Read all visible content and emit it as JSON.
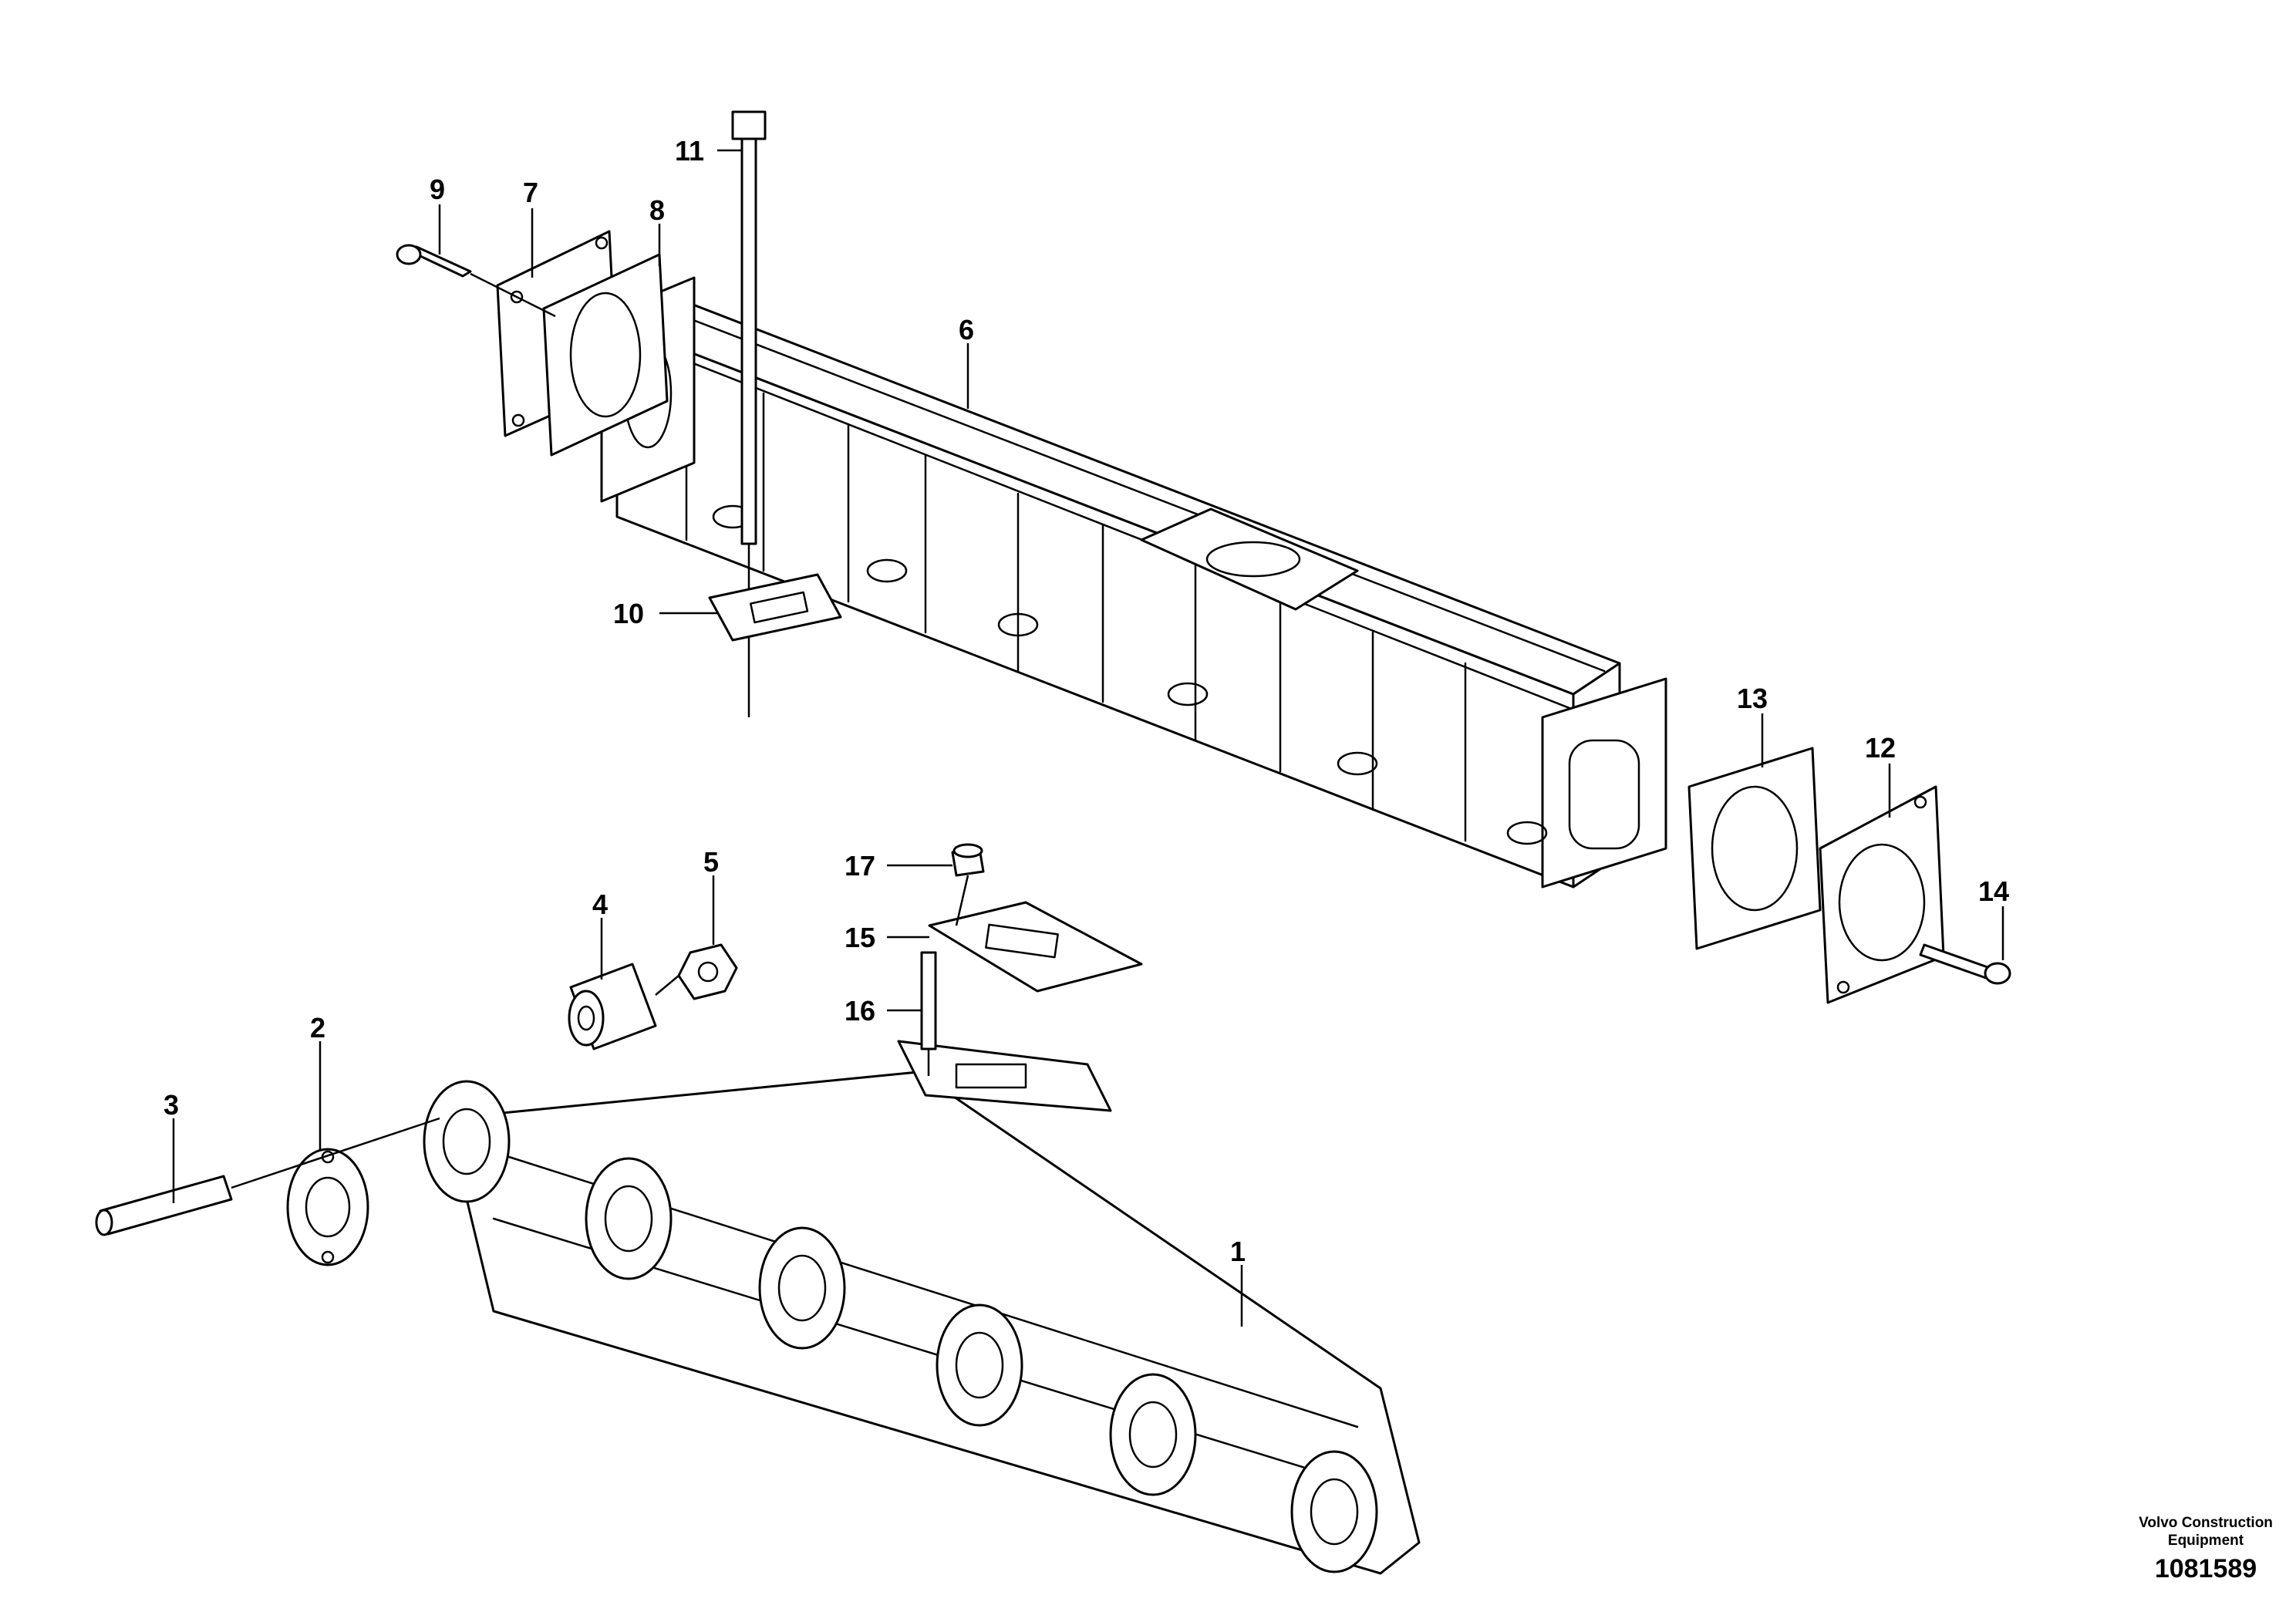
{
  "callouts": [
    {
      "id": "1",
      "label": "1"
    },
    {
      "id": "2",
      "label": "2"
    },
    {
      "id": "3",
      "label": "3"
    },
    {
      "id": "4",
      "label": "4"
    },
    {
      "id": "5",
      "label": "5"
    },
    {
      "id": "6",
      "label": "6"
    },
    {
      "id": "7",
      "label": "7"
    },
    {
      "id": "8",
      "label": "8"
    },
    {
      "id": "9",
      "label": "9"
    },
    {
      "id": "10",
      "label": "10"
    },
    {
      "id": "11",
      "label": "11"
    },
    {
      "id": "12",
      "label": "12"
    },
    {
      "id": "13",
      "label": "13"
    },
    {
      "id": "14",
      "label": "14"
    },
    {
      "id": "15",
      "label": "15"
    },
    {
      "id": "16",
      "label": "16"
    },
    {
      "id": "17",
      "label": "17"
    }
  ],
  "title_block": {
    "brand_line1": "Volvo Construction",
    "brand_line2": "Equipment",
    "drawing_number": "1081589"
  }
}
